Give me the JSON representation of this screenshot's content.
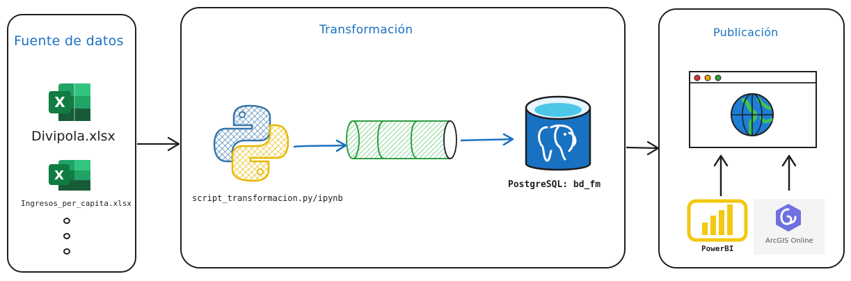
{
  "sections": {
    "source": {
      "title": "Fuente de datos",
      "files": [
        "Divipola.xlsx",
        "Ingresos_per_capita.xlsx"
      ]
    },
    "transform": {
      "title": "Transformación",
      "script_label": "script_transformacion.py/ipynb",
      "db_label": "PostgreSQL: bd_fm"
    },
    "publish": {
      "title": "Publicación",
      "tools": [
        "PowerBI",
        "ArcGIS Online"
      ]
    }
  },
  "icons": [
    "excel-icon",
    "python-icon",
    "pipeline-icon",
    "postgresql-icon",
    "browser-window-icon",
    "globe-icon",
    "powerbi-icon",
    "arcgis-icon"
  ],
  "colors": {
    "title": "#1971c2",
    "stroke": "#1e1e1e",
    "excel": "#1d6f42",
    "python_blue": "#3776ab",
    "python_yellow": "#ffd43b",
    "pipeline": "#2f9e44",
    "postgres": "#1971c2",
    "powerbi": "#f2c811",
    "arcgis": "#6e71e0"
  }
}
